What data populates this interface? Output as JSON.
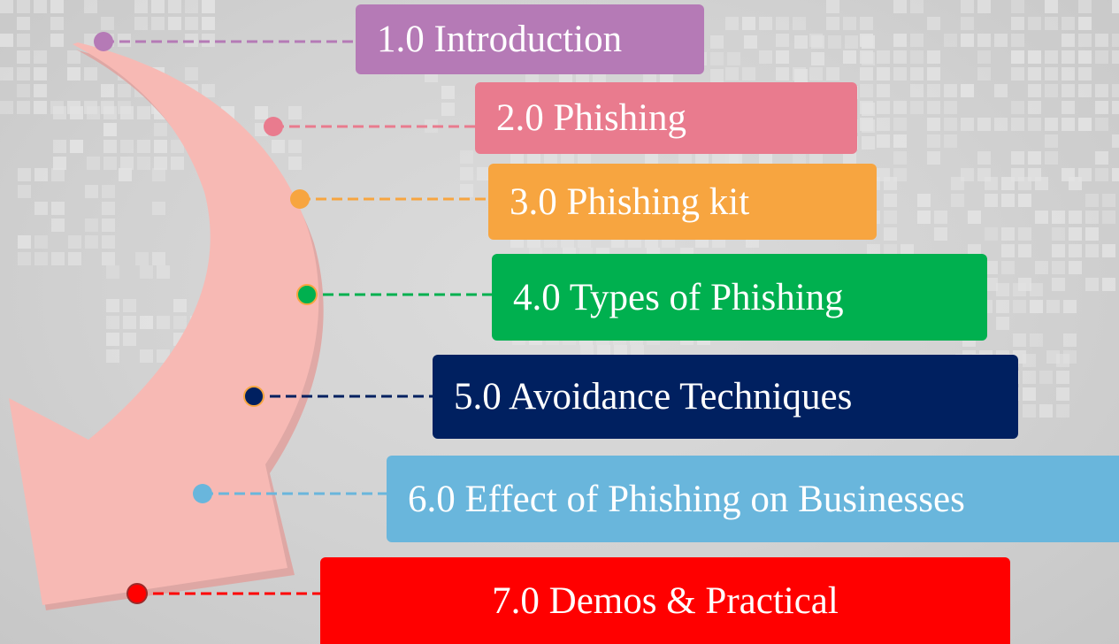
{
  "agenda": {
    "items": [
      {
        "label": "1.0 Introduction",
        "color": "#b57ab6",
        "dot_color": "#b57ab6"
      },
      {
        "label": "2.0 Phishing",
        "color": "#e97b8e",
        "dot_color": "#e97b8e"
      },
      {
        "label": "3.0 Phishing kit",
        "color": "#f7a540",
        "dot_color": "#f7a540"
      },
      {
        "label": "4.0 Types of Phishing",
        "color": "#00b04f",
        "dot_color": "#00b04f"
      },
      {
        "label": "5.0 Avoidance Techniques",
        "color": "#002060",
        "dot_color": "#002060"
      },
      {
        "label": "6.0 Effect of Phishing on Businesses",
        "color": "#69b6dc",
        "dot_color": "#69b6dc"
      },
      {
        "label": "7.0 Demos & Practical",
        "color": "#ff0000",
        "dot_color": "#ff0000"
      }
    ]
  },
  "arrow": {
    "color": "#f7b9b4",
    "edge_color": "#e39a96"
  },
  "background": {
    "color": "#cfcfcf",
    "texture_color": "#e3e3e3"
  }
}
